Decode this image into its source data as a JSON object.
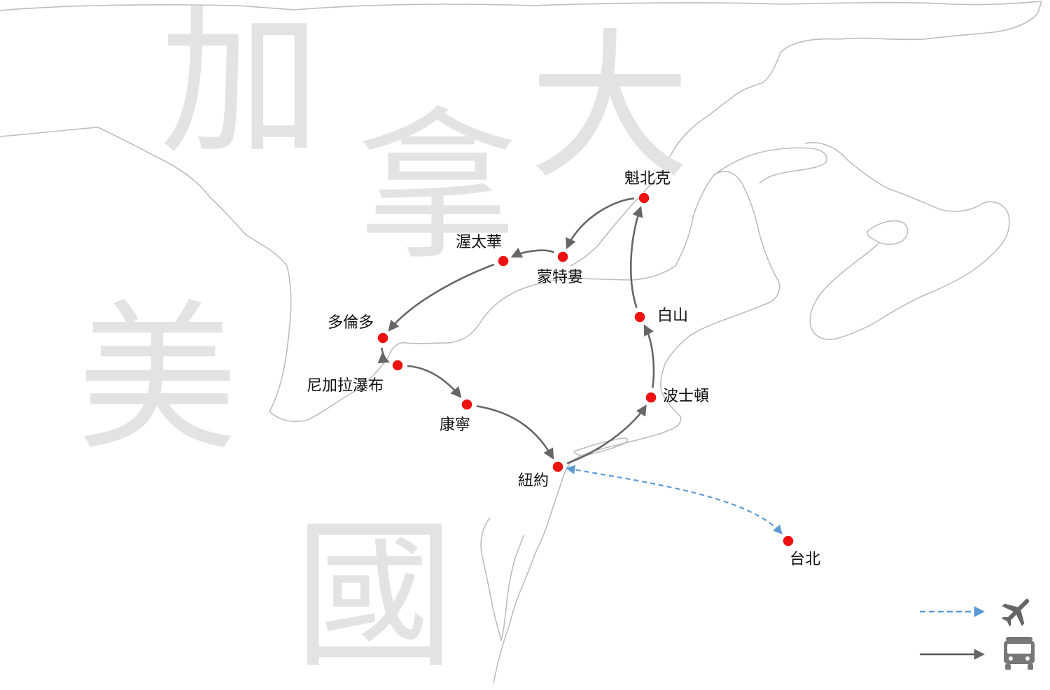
{
  "map": {
    "country_labels": [
      "加",
      "拿",
      "大",
      "美",
      "國"
    ],
    "cities": [
      {
        "id": "quebec",
        "name": "魁北克"
      },
      {
        "id": "montreal",
        "name": "蒙特婁"
      },
      {
        "id": "ottawa",
        "name": "渥太華"
      },
      {
        "id": "toronto",
        "name": "多倫多"
      },
      {
        "id": "niagara",
        "name": "尼加拉瀑布"
      },
      {
        "id": "corning",
        "name": "康寧"
      },
      {
        "id": "newyork",
        "name": "紐約"
      },
      {
        "id": "boston",
        "name": "波士頓"
      },
      {
        "id": "whitemountain",
        "name": "白山"
      },
      {
        "id": "taipei",
        "name": "台北"
      }
    ],
    "routes": {
      "bus": [
        [
          "newyork",
          "boston"
        ],
        [
          "boston",
          "whitemountain"
        ],
        [
          "whitemountain",
          "quebec"
        ],
        [
          "quebec",
          "montreal"
        ],
        [
          "montreal",
          "ottawa"
        ],
        [
          "ottawa",
          "toronto"
        ],
        [
          "toronto",
          "niagara"
        ],
        [
          "niagara",
          "corning"
        ],
        [
          "corning",
          "newyork"
        ]
      ],
      "flight": [
        [
          "newyork",
          "taipei"
        ]
      ]
    },
    "legend": [
      {
        "mode": "flight",
        "icon": "airplane-icon"
      },
      {
        "mode": "bus",
        "icon": "bus-icon"
      }
    ],
    "colors": {
      "city_dot": "#ee1111",
      "bus_route": "#666666",
      "flight_route": "#5b9bd5",
      "coastline": "#bdbdbd",
      "country_label": "#e3e3e3"
    }
  }
}
